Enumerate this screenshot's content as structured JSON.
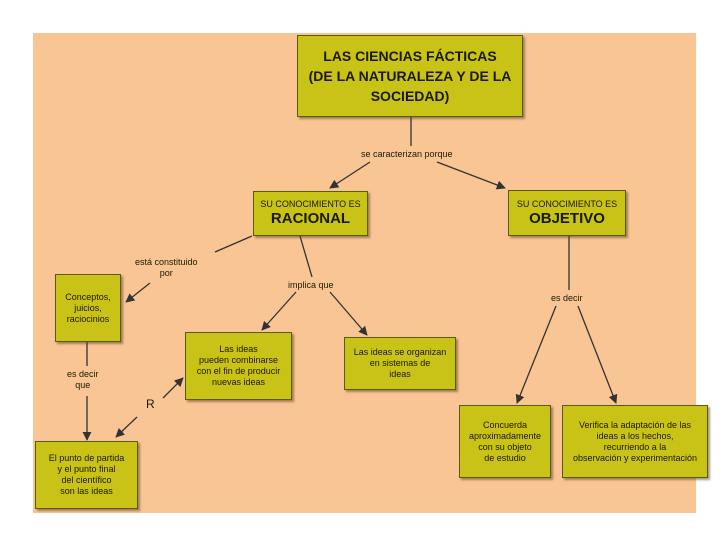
{
  "root": {
    "lines": [
      "LAS CIENCIAS FÁCTICAS",
      "(DE LA NATURALEZA Y DE LA",
      "SOCIEDAD)"
    ]
  },
  "racional": {
    "small": "SU CONOCIMIENTO ES",
    "big": "RACIONAL"
  },
  "objetivo": {
    "small": "SU CONOCIMIENTO ES",
    "big": "OBJETIVO"
  },
  "conceptos": {
    "lines": [
      "Conceptos,",
      "juicios,",
      "raciocinios"
    ]
  },
  "ideas_combinar": {
    "lines": [
      "Las ideas",
      "pueden combinarse",
      "con el fin de producir",
      "nuevas ideas"
    ]
  },
  "ideas_organizan": {
    "lines": [
      "Las ideas se organizan",
      "en sistemas de",
      "ideas"
    ]
  },
  "punto_partida": {
    "lines": [
      "El punto de partida",
      "y el punto final",
      "del científico",
      "son las ideas"
    ]
  },
  "concuerda": {
    "lines": [
      "Concuerda",
      "aproximadamente",
      "con su objeto",
      "de estudio"
    ]
  },
  "verifica": {
    "lines": [
      "Verifica la adaptación de las",
      "ideas a los hechos,",
      "recurriendo a la",
      "observación y experimentación"
    ]
  },
  "labels": {
    "se_caracterizan": "se caracterizan porque",
    "esta_constituido": [
      "está constituido",
      "por"
    ],
    "implica_que": "implica que",
    "es_decir_right": "es decir",
    "es_decir_left": [
      "es decir",
      "que"
    ],
    "r": "R"
  },
  "colors": {
    "node_fill": "#c9c217",
    "background": "#f9c595",
    "line": "#333333"
  }
}
